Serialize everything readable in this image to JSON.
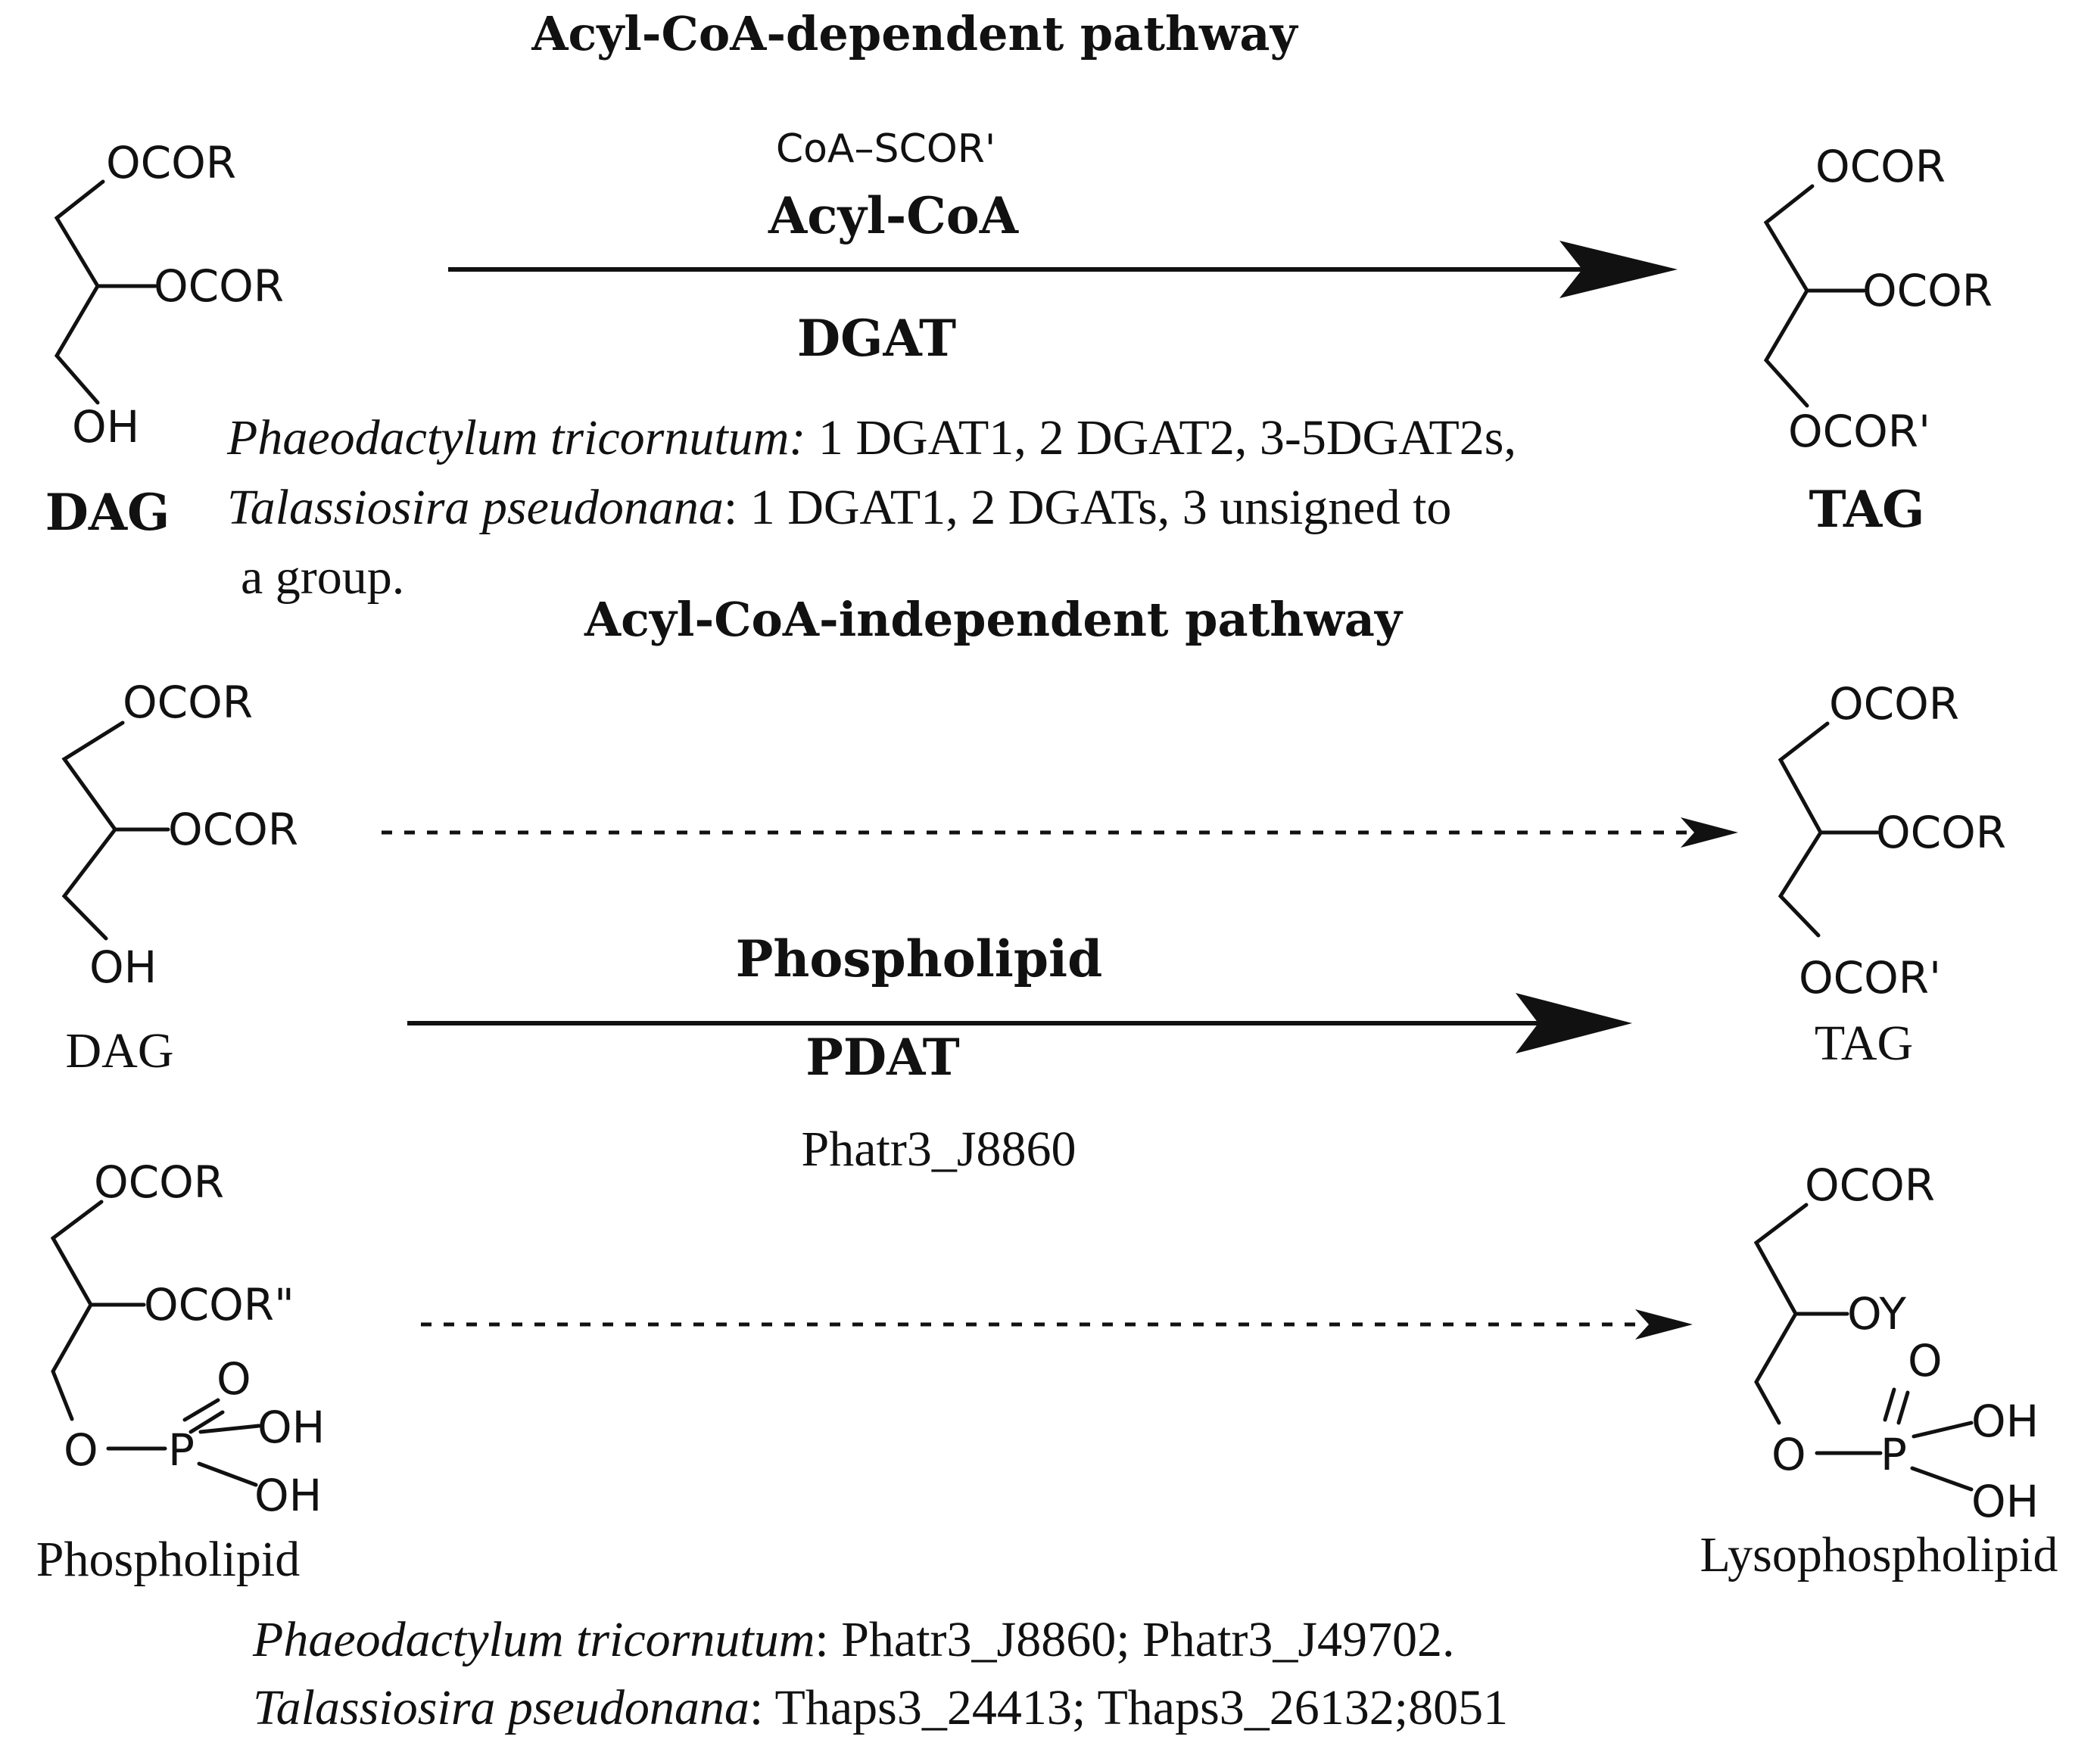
{
  "titles": {
    "dependent": "Acyl-CoA-dependent pathway",
    "independent": "Acyl-CoA-independent pathway"
  },
  "groups": {
    "ocor": "OCOR",
    "ocor_prime": "OCOR'",
    "ocor_dprime": "OCOR\"",
    "oh": "OH",
    "o": "O",
    "p": "P",
    "oy": "OY"
  },
  "molecules": {
    "dag": "DAG",
    "tag": "TAG",
    "phospholipid": "Phospholipid",
    "lysophospholipid": "Lysophospholipid"
  },
  "reaction1": {
    "donor_formula": "CoA–SCOR'",
    "donor": "Acyl-CoA",
    "enzyme": "DGAT",
    "species1": "Phaeodactylum tricornutum:",
    "genes1": " 1 DGAT1, 2 DGAT2, 3-5DGAT2s,",
    "species2": "Talassiosira pseudonana",
    "genes2": ": 1 DGAT1, 2 DGATs, 3 unsigned to",
    "genes2_cont": "a group."
  },
  "reaction2": {
    "donor": "Phospholipid",
    "enzyme": "PDAT",
    "gene": "Phatr3_J8860",
    "species1": "Phaeodactylum tricornutum",
    "genes1": ": Phatr3_J8860; Phatr3_J49702.",
    "species2": "Talassiosira pseudonana",
    "genes2": ": Thaps3_24413; Thaps3_26132;8051"
  }
}
